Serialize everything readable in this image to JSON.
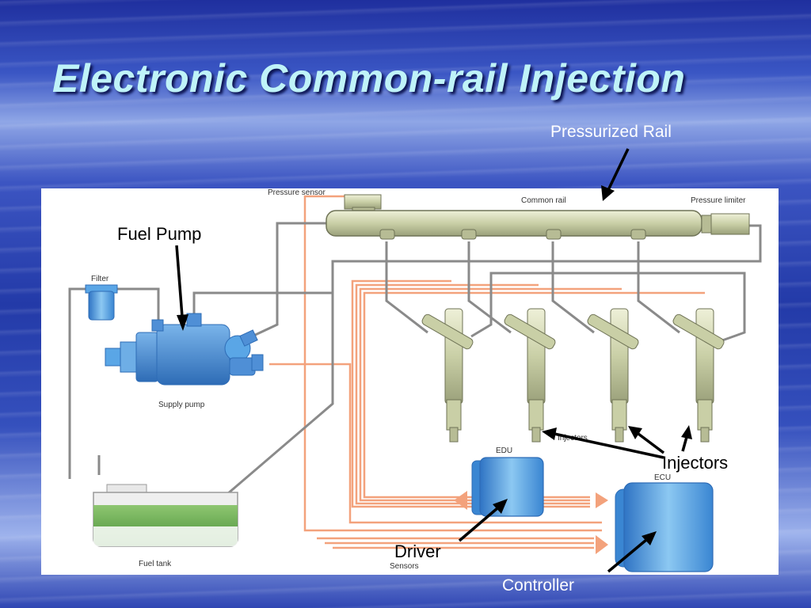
{
  "slide": {
    "title": "Electronic Common-rail Injection"
  },
  "callouts": {
    "pressurized_rail": "Pressurized Rail",
    "fuel_pump": "Fuel Pump",
    "injectors": "Injectors",
    "driver": "Driver",
    "controller": "Controller"
  },
  "diagram_labels": {
    "pressure_sensor": "Pressure sensor",
    "common_rail": "Common rail",
    "pressure_limiter": "Pressure limiter",
    "filter": "Filter",
    "supply_pump": "Supply pump",
    "injectors": "Injectors",
    "edu": "EDU",
    "ecu": "ECU",
    "fuel_tank": "Fuel tank",
    "sensors": "Sensors"
  },
  "colors": {
    "fuel_line": "#8a8a8a",
    "signal_line": "#f3a27c",
    "rail": "#d4d9b4",
    "injector": "#c9cfa6",
    "pump": "#4f8fd6",
    "unit": "#5aa6e6",
    "fuel": "#5fa64a",
    "arrow": "#000000"
  }
}
